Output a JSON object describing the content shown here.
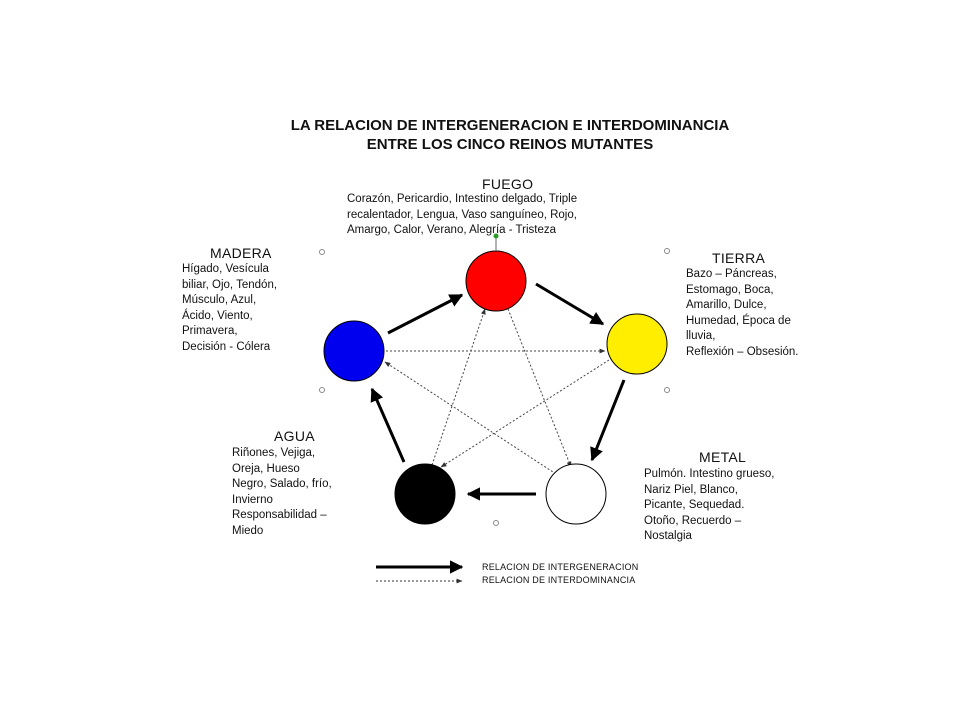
{
  "title": {
    "line1": "LA RELACION DE INTERGENERACION E INTERDOMINANCIA",
    "line2": "ENTRE LOS CINCO REINOS MUTANTES"
  },
  "elements": {
    "fuego": {
      "name": "FUEGO",
      "color": "#ff0000",
      "lines": [
        "Corazón, Pericardio, Intestino delgado, Triple",
        "recalentador,  Lengua, Vaso sanguíneo, Rojo,",
        "Amargo, Calor, Verano,  Alegría - Tristeza"
      ]
    },
    "tierra": {
      "name": "TIERRA",
      "color": "#ffee00",
      "lines": [
        "Bazo – Páncreas,",
        "Estomago, Boca,",
        "Amarillo, Dulce,",
        "Humedad, Época de",
        "lluvia,",
        "Reflexión – Obsesión."
      ]
    },
    "metal": {
      "name": "METAL",
      "color": "#ffffff",
      "lines": [
        "Pulmón. Intestino grueso,",
        "Nariz Piel, Blanco,",
        "Picante, Sequedad.",
        "Otoño,  Recuerdo –",
        "Nostalgia"
      ]
    },
    "agua": {
      "name": "AGUA",
      "color": "#000000",
      "lines": [
        "Riñones, Vejiga,",
        "Oreja, Hueso",
        "Negro, Salado, frío,",
        "Invierno",
        "Responsabilidad –",
        "Miedo"
      ]
    },
    "madera": {
      "name": "MADERA",
      "color": "#0000ee",
      "lines": [
        "Hígado, Vesícula",
        "biliar, Ojo, Tendón,",
        "Músculo, Azul,",
        "Ácido, Viento,",
        "Primavera,",
        "Decisión - Cólera"
      ]
    }
  },
  "legend": {
    "intergeneracion": "RELACION DE INTERGENERACION",
    "interdominancia": "RELACION DE INTERDOMINANCIA"
  }
}
